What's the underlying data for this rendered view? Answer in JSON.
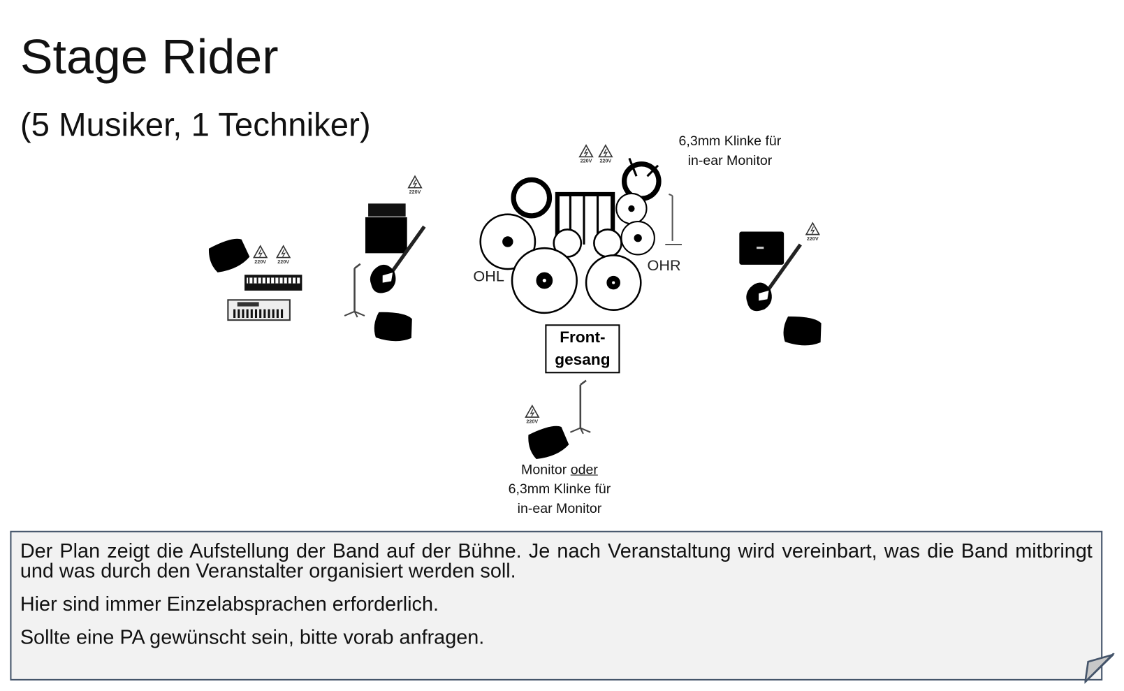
{
  "title": "Stage Rider",
  "subtitle": "(5 Musiker, 1 Techniker)",
  "diagram": {
    "drum_monitor_note": [
      "6,3mm  Klinke für",
      "in-ear Monitor"
    ],
    "overhead_left": "OHL",
    "overhead_right": "OHR",
    "front_vocal": [
      "Front-",
      "gesang"
    ],
    "front_monitor_note": {
      "line1_a": "Monitor ",
      "line1_b": "oder",
      "line2": "6,3mm  Klinke für",
      "line3": "in-ear Monitor"
    },
    "power_label": "220V"
  },
  "info": {
    "paragraphs": [
      "Der Plan zeigt die Aufstellung der Band auf der Bühne. Je nach Veranstaltung wird vereinbart, was die Band mitbringt und was durch den Veranstalter organisiert werden soll.",
      "Hier sind immer Einzelabsprachen erforderlich.",
      "Sollte eine PA gewünscht sein, bitte vorab anfragen."
    ]
  },
  "colors": {
    "box_border": "#44546a",
    "box_fill": "#f2f2f2"
  }
}
